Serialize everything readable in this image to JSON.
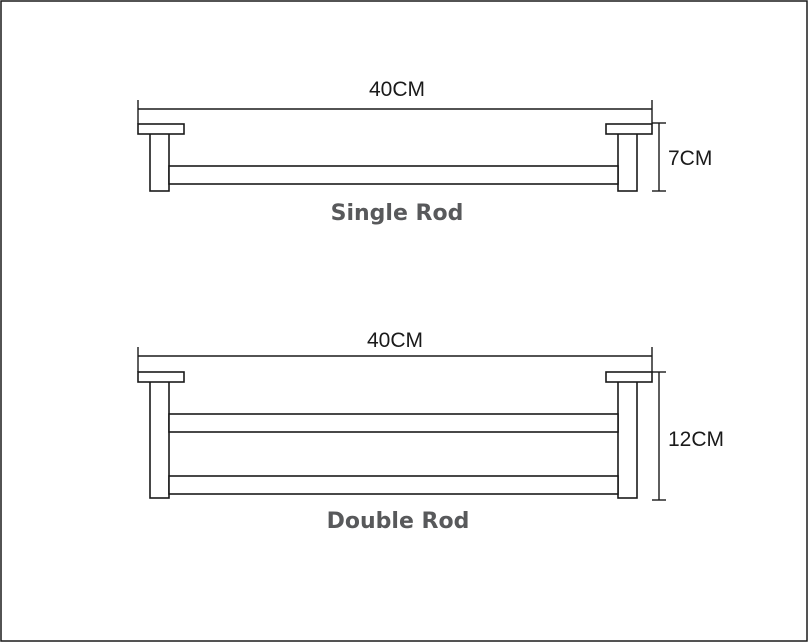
{
  "single_rod": {
    "width_label": "40CM",
    "height_label": "7CM",
    "caption": "Single Rod"
  },
  "double_rod": {
    "width_label": "40CM",
    "height_label": "12CM",
    "caption": "Double Rod"
  }
}
